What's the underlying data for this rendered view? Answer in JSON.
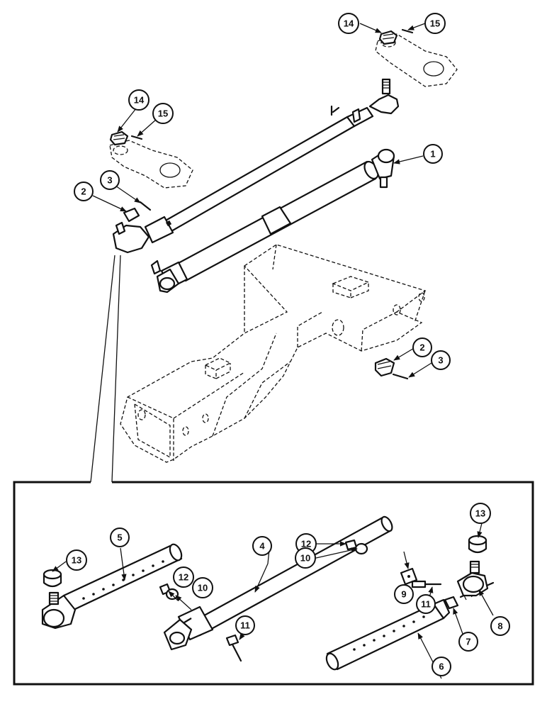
{
  "diagram": {
    "callouts": {
      "c1": "1",
      "c2_top": "2",
      "c3_top": "3",
      "c2_right": "2",
      "c3_right": "3",
      "c14_top": "14",
      "c15_top": "15",
      "c14_mid": "14",
      "c15_mid": "15",
      "c4": "4",
      "c5": "5",
      "c6": "6",
      "c7": "7",
      "c8": "8",
      "c9": "9",
      "c10_top": "10",
      "c12_top": "12",
      "c10_left": "10",
      "c12_left": "12",
      "c11_right": "11",
      "c11_bottom": "11",
      "c13_left": "13",
      "c13_right": "13"
    }
  }
}
